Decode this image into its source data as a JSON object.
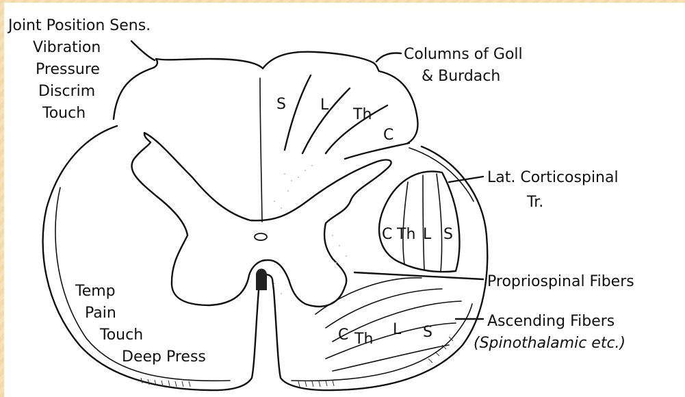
{
  "labels": {
    "joint_position": "Joint Position Sens.",
    "vibration": "Vibration",
    "pressure": "Pressure",
    "discrim": "Discrim",
    "touch_dorsal": "Touch",
    "columns_line1": "Columns of Goll",
    "columns_line2": "& Burdach",
    "lat_cortico_line1": "Lat. Corticospinal",
    "lat_cortico_line2": "Tr.",
    "propriospinal": "Propriospinal Fibers",
    "ascending_line1": "Ascending Fibers",
    "ascending_line2": "(Spinothalamic etc.)",
    "temp": "Temp",
    "pain": "Pain",
    "touch_ventral": "Touch",
    "deep_press": "Deep Press"
  },
  "dorsal_column_segments": [
    "S",
    "L",
    "Th",
    "C"
  ],
  "corticospinal_segments": [
    "C",
    "Th",
    "L",
    "S"
  ],
  "spinothalamic_segments": [
    "C",
    "Th",
    "L",
    "S"
  ]
}
